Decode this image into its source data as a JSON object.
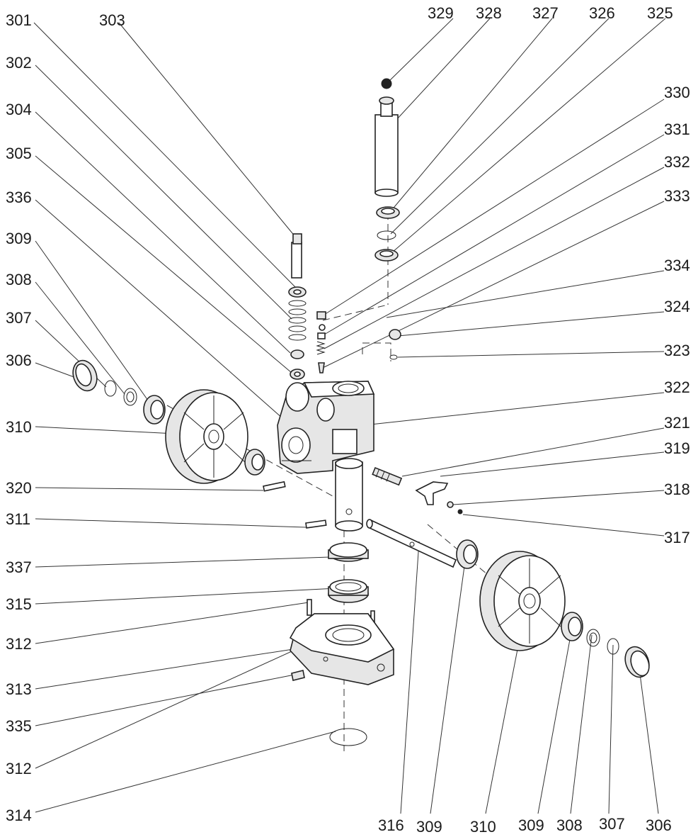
{
  "callouts": {
    "c301": "301",
    "c303": "303",
    "c302": "302",
    "c304": "304",
    "c305": "305",
    "c336": "336",
    "c309a": "309",
    "c308a": "308",
    "c307a": "307",
    "c306a": "306",
    "c310a": "310",
    "c320": "320",
    "c311": "311",
    "c337": "337",
    "c315": "315",
    "c312a": "312",
    "c313": "313",
    "c335": "335",
    "c312b": "312",
    "c314": "314",
    "c329": "329",
    "c328": "328",
    "c327": "327",
    "c326": "326",
    "c325": "325",
    "c330": "330",
    "c331": "331",
    "c332": "332",
    "c333": "333",
    "c334": "334",
    "c324": "324",
    "c323": "323",
    "c322": "322",
    "c321": "321",
    "c319": "319",
    "c318": "318",
    "c317": "317",
    "c316": "316",
    "c309b": "309",
    "c310b": "310",
    "c309c": "309",
    "c308b": "308",
    "c307b": "307",
    "c306b": "306"
  }
}
